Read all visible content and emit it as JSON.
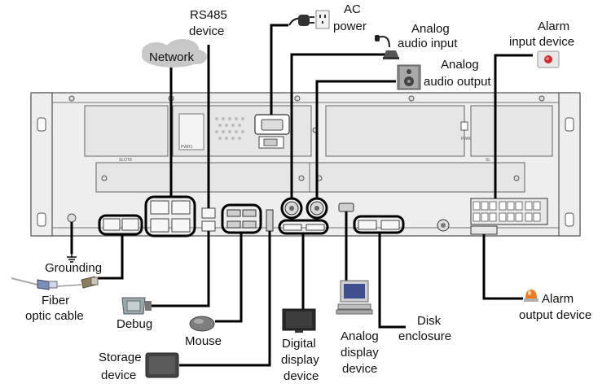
{
  "labels": {
    "rs485_line1": "RS485",
    "rs485_line2": "device",
    "ac_line1": "AC",
    "ac_line2": "power",
    "analog_in_line1": "Analog",
    "analog_in_line2": "audio input",
    "analog_out_line1": "Analog",
    "analog_out_line2": "audio output",
    "alarm_in_line1": "Alarm",
    "alarm_in_line2": "input device",
    "network": "Network",
    "grounding": "Grounding",
    "fiber_line1": "Fiber",
    "fiber_line2": "optic cable",
    "debug": "Debug",
    "mouse": "Mouse",
    "storage_line1": "Storage",
    "storage_line2": "device",
    "digital_line1": "Digital",
    "digital_line2": "display",
    "digital_line3": "device",
    "analog_disp_line1": "Analog",
    "analog_disp_line2": "display",
    "analog_disp_line3": "device",
    "disk_line1": "Disk",
    "disk_line2": "enclosure",
    "alarm_out_line1": "Alarm",
    "alarm_out_line2": "output device"
  },
  "panel_text": {
    "slot_left": "SLOT8",
    "slot_right": "SL",
    "psu_right": "PWR2",
    "psu_left": "PWR1"
  },
  "icons": [
    "network-cloud-icon",
    "power-plug-icon",
    "microphone-icon",
    "speaker-icon",
    "alarm-button-icon",
    "grounding-icon",
    "fiber-optic-cable-icon",
    "debug-connector-icon",
    "mouse-icon",
    "storage-device-icon",
    "monitor-icon",
    "computer-icon",
    "alarm-light-icon"
  ]
}
